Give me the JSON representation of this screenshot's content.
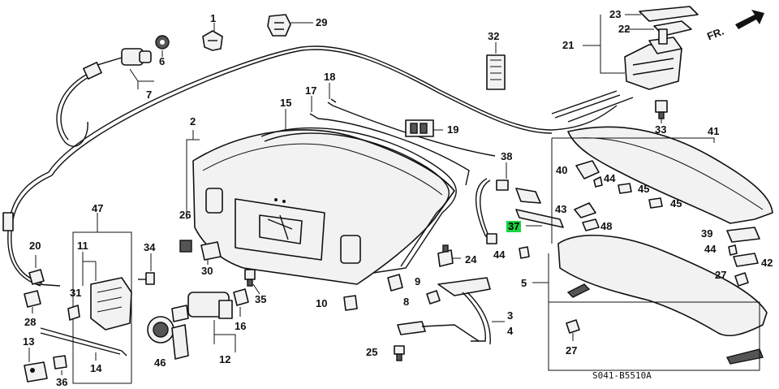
{
  "diagram": {
    "direction_label": "FR.",
    "code": "S041-B5510A",
    "highlight_color": "#18d640",
    "callouts": [
      {
        "id": "1",
        "label": "1"
      },
      {
        "id": "29",
        "label": "29"
      },
      {
        "id": "6",
        "label": "6"
      },
      {
        "id": "7",
        "label": "7"
      },
      {
        "id": "32",
        "label": "32"
      },
      {
        "id": "23",
        "label": "23"
      },
      {
        "id": "22",
        "label": "22"
      },
      {
        "id": "21",
        "label": "21"
      },
      {
        "id": "18",
        "label": "18"
      },
      {
        "id": "17",
        "label": "17"
      },
      {
        "id": "15",
        "label": "15"
      },
      {
        "id": "2",
        "label": "2"
      },
      {
        "id": "19",
        "label": "19"
      },
      {
        "id": "33",
        "label": "33"
      },
      {
        "id": "41",
        "label": "41"
      },
      {
        "id": "38",
        "label": "38"
      },
      {
        "id": "40",
        "label": "40"
      },
      {
        "id": "44a",
        "label": "44"
      },
      {
        "id": "45a",
        "label": "45"
      },
      {
        "id": "45b",
        "label": "45"
      },
      {
        "id": "43",
        "label": "43"
      },
      {
        "id": "26",
        "label": "26"
      },
      {
        "id": "47",
        "label": "47"
      },
      {
        "id": "37",
        "label": "37"
      },
      {
        "id": "48",
        "label": "48"
      },
      {
        "id": "39",
        "label": "39"
      },
      {
        "id": "20",
        "label": "20"
      },
      {
        "id": "11",
        "label": "11"
      },
      {
        "id": "34",
        "label": "34"
      },
      {
        "id": "30",
        "label": "30"
      },
      {
        "id": "24",
        "label": "24"
      },
      {
        "id": "44b",
        "label": "44"
      },
      {
        "id": "44c",
        "label": "44"
      },
      {
        "id": "42",
        "label": "42"
      },
      {
        "id": "27a",
        "label": "27"
      },
      {
        "id": "9",
        "label": "9"
      },
      {
        "id": "5",
        "label": "5"
      },
      {
        "id": "35",
        "label": "35"
      },
      {
        "id": "31",
        "label": "31"
      },
      {
        "id": "28",
        "label": "28"
      },
      {
        "id": "10",
        "label": "10"
      },
      {
        "id": "8",
        "label": "8"
      },
      {
        "id": "3",
        "label": "3"
      },
      {
        "id": "4",
        "label": "4"
      },
      {
        "id": "16",
        "label": "16"
      },
      {
        "id": "13",
        "label": "13"
      },
      {
        "id": "12",
        "label": "12"
      },
      {
        "id": "25",
        "label": "25"
      },
      {
        "id": "27b",
        "label": "27"
      },
      {
        "id": "14",
        "label": "14"
      },
      {
        "id": "46",
        "label": "46"
      },
      {
        "id": "36",
        "label": "36"
      }
    ]
  }
}
